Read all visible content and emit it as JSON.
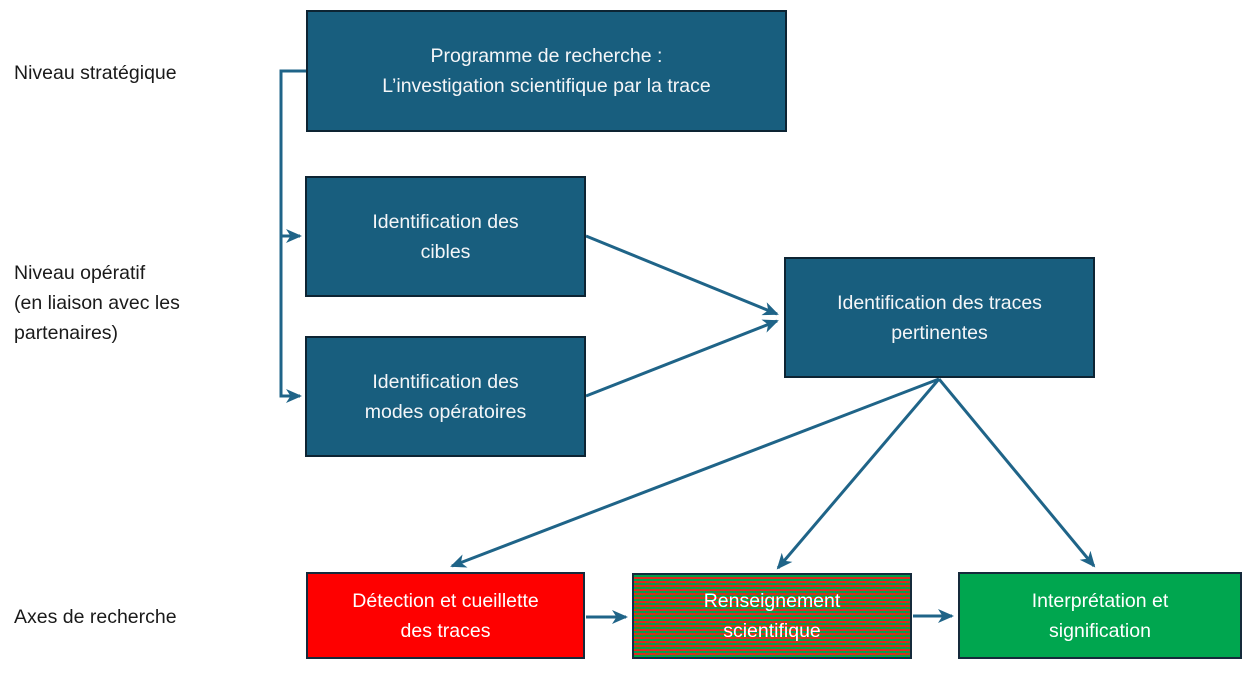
{
  "diagram": {
    "row_labels": {
      "strategic": "Niveau stratégique",
      "operative": "Niveau opératif\n(en liaison avec les\npartenaires)",
      "axes": "Axes de recherche"
    },
    "boxes": {
      "program": {
        "label": "Programme de recherche :\nL’investigation scientifique par la trace"
      },
      "targets": {
        "label": "Identification des\ncibles"
      },
      "modus": {
        "label": "Identification des\nmodes opératoires"
      },
      "traces": {
        "label": "Identification des traces\npertinentes"
      },
      "detection": {
        "label": "Détection et cueillette\ndes traces"
      },
      "intelligence": {
        "label": "Renseignement\nscientifique"
      },
      "interpretation": {
        "label": "Interprétation et\nsignification"
      }
    },
    "colors": {
      "teal_fill": "#185E7E",
      "teal_border": "#0D2433",
      "teal_text": "#F5F6F8",
      "line_color": "#1F6488",
      "red_fill": "#FE0000",
      "green_fill": "#00A64F",
      "stripe_red": "#E0271D",
      "stripe_green": "#00A14E",
      "bottom_border": "#152A3B"
    }
  }
}
